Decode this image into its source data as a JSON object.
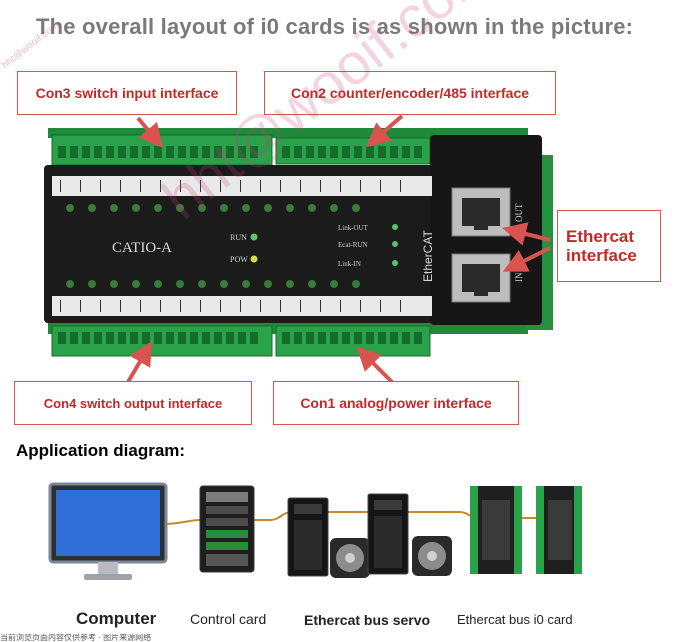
{
  "title": "The overall layout of i0 cards is as shown in the picture:",
  "callouts": {
    "con3": "Con3 switch input interface",
    "con2": "Con2 counter/encoder/485 interface",
    "ethercat": "Ethercat interface",
    "con4": "Con4 switch output interface",
    "con1": "Con1 analog/power interface"
  },
  "device": {
    "model": "CATIO-A",
    "run": "RUN",
    "pow": "POW",
    "link_out": "Link-OUT",
    "ecat_run": "Ecat-RUN",
    "link_in": "Link-IN",
    "brand": "EtherCAT",
    "port_out": "OUT",
    "port_in": "IN"
  },
  "application": {
    "title": "Application diagram:",
    "captions": {
      "computer": "Computer",
      "control_card": "Control card",
      "servo": "Ethercat bus servo",
      "io_card": "Ethercat bus i0 card"
    }
  },
  "watermark": "hht@wooif.com",
  "corner_watermark": "hht@wooif.com",
  "bottom_text": "当前浏览页面内容仅供参考 · 图片来源网络"
}
